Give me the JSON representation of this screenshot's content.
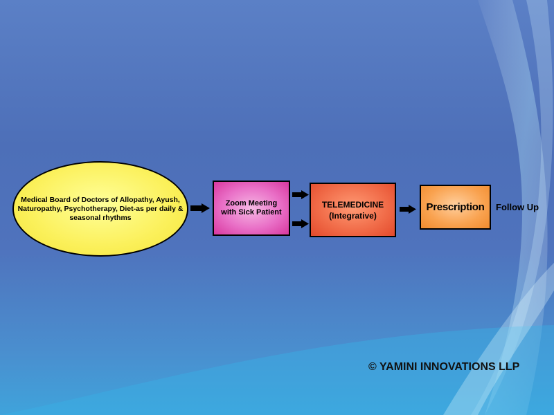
{
  "nodes": {
    "medical_board": "Medical Board of Doctors of Allopathy, Ayush, Naturopathy, Psychotherapy, Diet-as per daily & seasonal rhythms",
    "zoom_meeting_line1": "Zoom Meeting",
    "zoom_meeting_line2": "with Sick Patient",
    "telemedicine_line1": "TELEMEDICINE",
    "telemedicine_line2": "(Integrative)",
    "prescription": "Prescription",
    "follow_up": "Follow Up"
  },
  "footer": {
    "copyright": "© YAMINI INNOVATIONS LLP"
  },
  "colors": {
    "background": "#4f73bd",
    "ellipse_fill": "#fbf05a",
    "zoom_fill": "#e970c7",
    "telemedicine_fill": "#f06a47",
    "prescription_fill": "#f9a24f"
  }
}
